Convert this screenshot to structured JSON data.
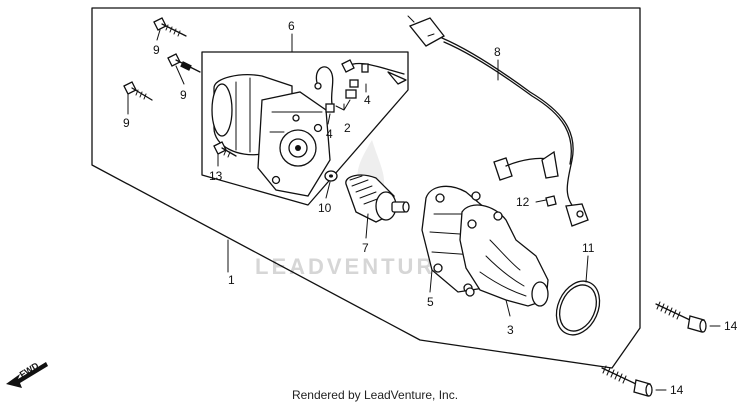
{
  "callouts": [
    {
      "id": "c1",
      "text": "1"
    },
    {
      "id": "c2",
      "text": "2"
    },
    {
      "id": "c3",
      "text": "3"
    },
    {
      "id": "c4a",
      "text": "4"
    },
    {
      "id": "c4b",
      "text": "4"
    },
    {
      "id": "c5",
      "text": "5"
    },
    {
      "id": "c6",
      "text": "6"
    },
    {
      "id": "c7",
      "text": "7"
    },
    {
      "id": "c8",
      "text": "8"
    },
    {
      "id": "c9a",
      "text": "9"
    },
    {
      "id": "c9b",
      "text": "9"
    },
    {
      "id": "c9c",
      "text": "9"
    },
    {
      "id": "c10",
      "text": "10"
    },
    {
      "id": "c11",
      "text": "11"
    },
    {
      "id": "c12",
      "text": "12"
    },
    {
      "id": "c13",
      "text": "13"
    },
    {
      "id": "c14a",
      "text": "14"
    },
    {
      "id": "c14b",
      "text": "14"
    }
  ],
  "watermark": "LEADVENTURE",
  "direction_label": "FWD",
  "credit": "Rendered by LeadVenture, Inc."
}
